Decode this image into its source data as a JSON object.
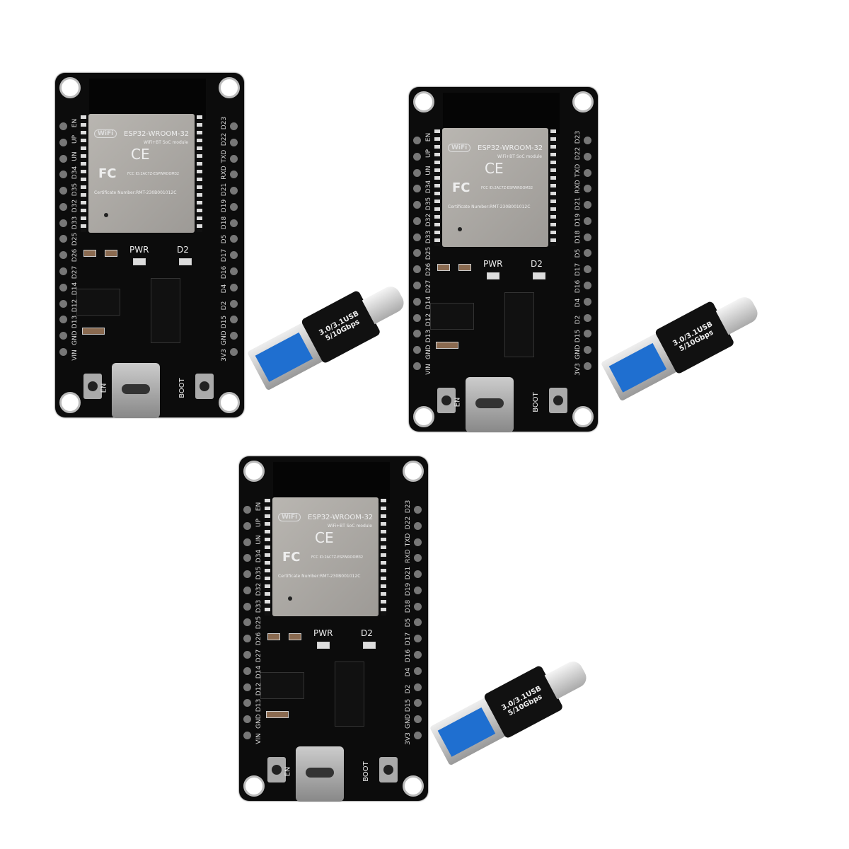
{
  "module": {
    "wifi": "WiFi",
    "model": "ESP32-WROOM-32",
    "sub": "WiFi+BT SoC module",
    "ce": "CE",
    "fcc": "FC",
    "fcc_id": "FCC ID:2AC7Z-ESPWROOM32",
    "cert": "Certificate Number:RMT-230B001012C"
  },
  "silk": {
    "pwr": "PWR",
    "d2": "D2",
    "en": "EN",
    "boot": "BOOT"
  },
  "left_pins": [
    "EN",
    "UP",
    "UN",
    "D34",
    "D35",
    "D32",
    "D33",
    "D25",
    "D26",
    "D27",
    "D14",
    "D12",
    "D13",
    "GND",
    "VIN"
  ],
  "right_pins": [
    "D23",
    "D22",
    "TXD",
    "RXD",
    "D21",
    "D19",
    "D18",
    "D5",
    "D17",
    "D16",
    "D4",
    "D2",
    "D15",
    "GND",
    "3V3"
  ],
  "adapter": {
    "line1": "3.0/3.1USB",
    "line2": "5/10Gbps"
  },
  "colors": {
    "pcb": "#0c0c0c",
    "module": "#a8a5a0",
    "usb_insert": "#1f6fd0"
  }
}
